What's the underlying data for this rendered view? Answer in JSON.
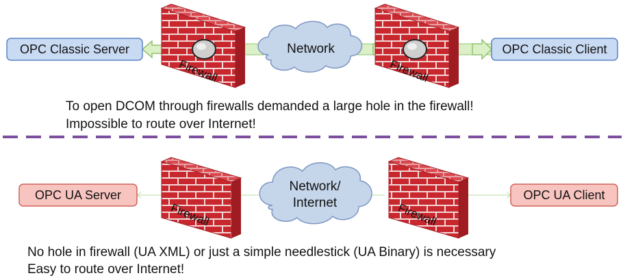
{
  "top": {
    "server_label": "OPC Classic Server",
    "client_label": "OPC Classic Client",
    "cloud_label": "Network",
    "firewall_left_label": "Firewall",
    "firewall_right_label": "Firewall",
    "caption_line1": "To open DCOM through firewalls demanded a large hole in the firewall!",
    "caption_line2": "Impossible to route over Internet!"
  },
  "bottom": {
    "server_label": "OPC UA Server",
    "client_label": "OPC UA Client",
    "cloud_label_line1": "Network/",
    "cloud_label_line2": "Internet",
    "firewall_left_label": "Firewall",
    "firewall_right_label": "Firewall",
    "caption_line1": "No hole in firewall (UA XML) or just a simple needlestick (UA Binary) is necessary",
    "caption_line2": "Easy to route over Internet!"
  },
  "colors": {
    "classic_box_fill": "#c9daf3",
    "classic_box_stroke": "#5b83c4",
    "ua_box_fill": "#f7c4c0",
    "ua_box_stroke": "#d2615a",
    "brick": "#c9272e",
    "mortar": "#f2d8d8",
    "cloud_fill": "#c5d5ea",
    "cloud_stroke": "#7d96c3",
    "arrow_fill": "#dcf0c8",
    "arrow_stroke": "#8fc36c",
    "divider": "#7b4f9d"
  }
}
